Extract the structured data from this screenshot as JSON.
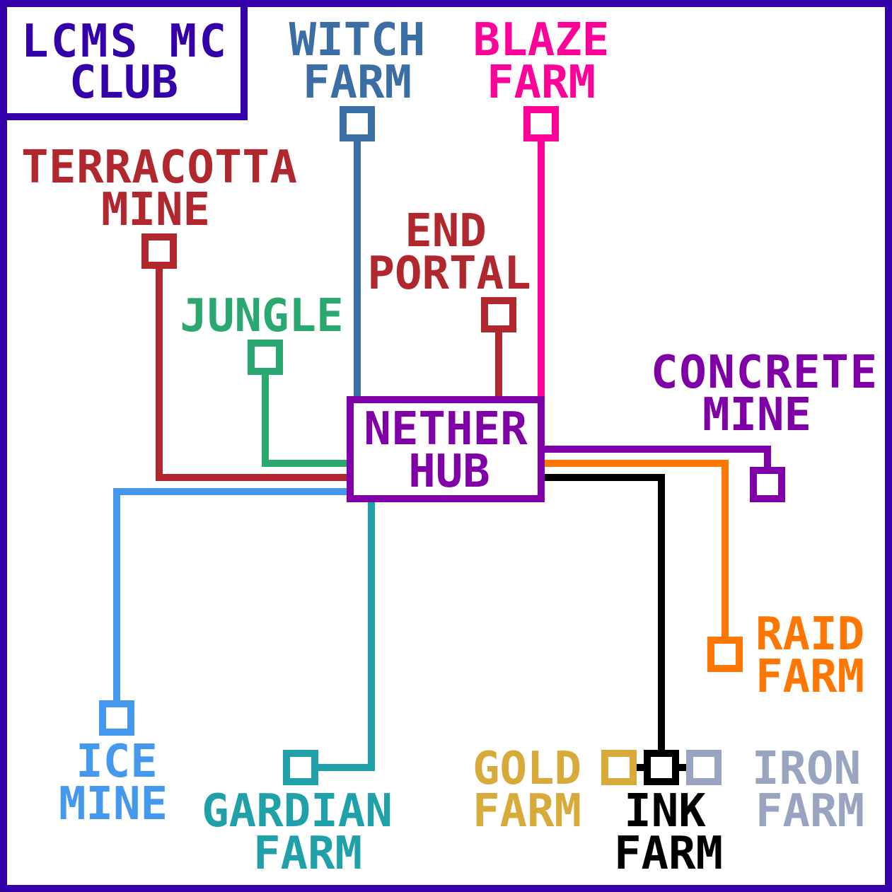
{
  "title": {
    "line1": "LCMS MC",
    "line2": "CLUB",
    "color": "#3300aa"
  },
  "hub": {
    "line1": "NETHER",
    "line2": "HUB",
    "color": "#8000a8"
  },
  "stations": {
    "witch": {
      "line1": "WITCH",
      "line2": "FARM",
      "color": "#3a6ea5"
    },
    "blaze": {
      "line1": "BLAZE",
      "line2": "FARM",
      "color": "#ff0099"
    },
    "terracotta": {
      "line1": "TERRACOTTA",
      "line2": "MINE",
      "color": "#b0282e"
    },
    "end": {
      "line1": "END",
      "line2": "PORTAL",
      "color": "#b0282e"
    },
    "jungle": {
      "line1": "JUNGLE",
      "color": "#2aa870"
    },
    "concrete": {
      "line1": "CONCRETE",
      "line2": "MINE",
      "color": "#8000a8"
    },
    "raid": {
      "line1": "RAID",
      "line2": "FARM",
      "color": "#ff7700"
    },
    "ice": {
      "line1": "ICE",
      "line2": "MINE",
      "color": "#4499ee"
    },
    "gardian": {
      "line1": "GARDIAN",
      "line2": "FARM",
      "color": "#20a0a8"
    },
    "gold": {
      "line1": "GOLD",
      "line2": "FARM",
      "color": "#d8aa3a"
    },
    "ink": {
      "line1": "INK",
      "line2": "FARM",
      "color": "#000000"
    },
    "iron": {
      "line1": "IRON",
      "line2": "FARM",
      "color": "#98a4c0"
    }
  }
}
